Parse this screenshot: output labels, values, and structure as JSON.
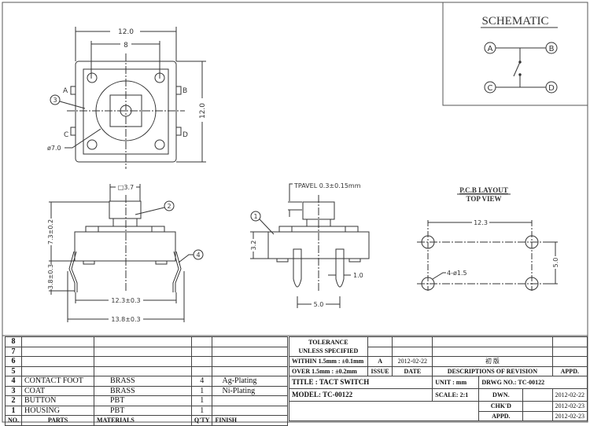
{
  "top_view": {
    "dim_width": "12.0",
    "dim_pitch": "8",
    "dim_height": "12.0",
    "dim_diameter": "ø7.0",
    "pin_labels": [
      "A",
      "B",
      "C",
      "D"
    ],
    "callout": "3"
  },
  "side_view": {
    "dim_button": "□3.7",
    "dim_height": "7.3±0.2",
    "dim_leg": "3.8±0.3",
    "dim_inner": "12.3±0.3",
    "dim_outer": "13.8±0.3",
    "callout_button": "2",
    "callout_foot": "4"
  },
  "front_view": {
    "travel": "TPAVEL  0.3±0.15mm",
    "dim_body": "3.2",
    "dim_pin_width": "1.0",
    "dim_pin_pitch": "5.0",
    "callout": "1"
  },
  "pcb_layout": {
    "title": "P.C.B LAYOUT",
    "subtitle": "TOP VIEW",
    "dim_x": "12.3",
    "dim_y": "5.0",
    "holes": "4-ø1.5"
  },
  "schematic": {
    "title": "SCHEMATIC",
    "terminals": [
      "A",
      "B",
      "C",
      "D"
    ]
  },
  "bom": {
    "rows": [
      {
        "no": "8",
        "part": "",
        "material": "",
        "qty": "",
        "finish": ""
      },
      {
        "no": "7",
        "part": "",
        "material": "",
        "qty": "",
        "finish": ""
      },
      {
        "no": "6",
        "part": "",
        "material": "",
        "qty": "",
        "finish": ""
      },
      {
        "no": "5",
        "part": "",
        "material": "",
        "qty": "",
        "finish": ""
      },
      {
        "no": "4",
        "part": "CONTACT FOOT",
        "material": "BRASS",
        "qty": "4",
        "finish": "Ag-Plating"
      },
      {
        "no": "3",
        "part": "COAT",
        "material": "BRASS",
        "qty": "1",
        "finish": "Ni-Plating"
      },
      {
        "no": "2",
        "part": "BUTTON",
        "material": "PBT",
        "qty": "1",
        "finish": ""
      },
      {
        "no": "1",
        "part": "HOUSING",
        "material": "PBT",
        "qty": "1",
        "finish": ""
      }
    ],
    "header": {
      "no": "NO.",
      "part": "PARTS",
      "material": "MATERIALS",
      "qty": "Q'TY",
      "finish": "FINISH"
    }
  },
  "title_block": {
    "tolerance_title": "TOLERANCE",
    "tolerance_sub": "UNLESS  SPECIFIED",
    "tol_within": "WITHIN 1.5mm : ±0.1mm",
    "tol_over": "OVER 1.5mm : ±0.2mm",
    "issue_value": "A",
    "date_value": "2012-02-22",
    "revision_desc": "初 版",
    "issue_label": "ISSUE",
    "date_label": "DATE",
    "desc_label": "DESCRIPTIONS OF REVISION",
    "appd_label": "APPD.",
    "title": "TITLE :  TACT SWITCH",
    "unit": "UNIT :  mm",
    "drwg_no": "DRWG NO.:  TC-00122",
    "model": "MODEL:  TC-00122",
    "scale": "SCALE:  2:1",
    "dwn_label": "DWN.",
    "dwn_date": "2012-02-22",
    "chkd_label": "CHK'D",
    "chkd_date": "2012-02-23",
    "appd2_label": "APPD.",
    "appd_date": "2012-02-23"
  }
}
